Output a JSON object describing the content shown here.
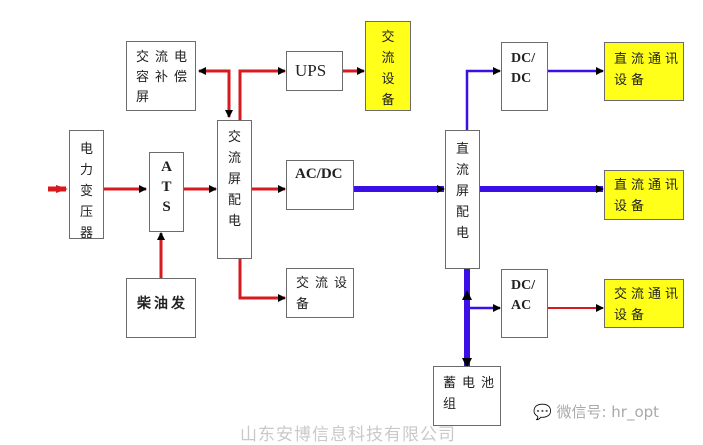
{
  "colors": {
    "ac_line": "#d71920",
    "dc_line": "#3a10e6",
    "arrow": "#000000",
    "equipment_fill": "#ffff1a"
  },
  "nodes": {
    "transformer": {
      "label": "电力变压器",
      "chars": [
        "电",
        "力",
        "变",
        "压",
        "器"
      ]
    },
    "ats": {
      "label": "ATS",
      "chars": [
        "A",
        "T",
        "S"
      ]
    },
    "diesel": {
      "label": "柴油发"
    },
    "ac_compensation": {
      "label": "交流电容补偿屏",
      "lines": [
        "交流电",
        "容补偿",
        "屏"
      ]
    },
    "ac_distribution": {
      "label": "交流屏配电",
      "chars": [
        "交",
        "流",
        "屏",
        "配",
        "电"
      ]
    },
    "ups": {
      "label": "UPS"
    },
    "ac_equipment_top": {
      "label": "交流设备",
      "chars": [
        "交",
        "流",
        "设",
        "备"
      ]
    },
    "acdc": {
      "label": "AC/DC"
    },
    "ac_equipment_bottom": {
      "label": "交流设备",
      "lines": [
        "交流设",
        "备"
      ]
    },
    "dc_distribution": {
      "label": "直流屏配电",
      "chars": [
        "直",
        "流",
        "屏",
        "配",
        "电"
      ]
    },
    "dcdc": {
      "label": "DC/DC",
      "lines": [
        "DC/",
        "DC"
      ]
    },
    "dcac": {
      "label": "DC/AC",
      "lines": [
        "DC/",
        "AC"
      ]
    },
    "battery": {
      "label": "蓄电池组",
      "lines": [
        "蓄电池",
        "组"
      ]
    },
    "dc_comm_top": {
      "label": "直流通讯设备",
      "lines": [
        "直流通讯",
        "设备"
      ]
    },
    "dc_comm_mid": {
      "label": "直流通讯设备",
      "lines": [
        "直流通讯",
        "设备"
      ]
    },
    "ac_comm": {
      "label": "交流通讯设备",
      "lines": [
        "交流通讯",
        "设备"
      ]
    }
  },
  "edges": [
    {
      "from": "input",
      "to": "transformer",
      "type": "ac"
    },
    {
      "from": "transformer",
      "to": "ats",
      "type": "ac"
    },
    {
      "from": "diesel",
      "to": "ats",
      "type": "ac"
    },
    {
      "from": "ats",
      "to": "ac_distribution",
      "type": "ac"
    },
    {
      "from": "ac_distribution",
      "to": "ac_compensation",
      "type": "ac"
    },
    {
      "from": "ac_compensation",
      "to": "ac_distribution",
      "type": "ac"
    },
    {
      "from": "ac_distribution",
      "to": "ups",
      "type": "ac"
    },
    {
      "from": "ups",
      "to": "ac_equipment_top",
      "type": "ac"
    },
    {
      "from": "ac_distribution",
      "to": "acdc",
      "type": "ac"
    },
    {
      "from": "ac_distribution",
      "to": "ac_equipment_bottom",
      "type": "ac"
    },
    {
      "from": "acdc",
      "to": "dc_distribution",
      "type": "dc"
    },
    {
      "from": "dc_distribution",
      "to": "dcdc",
      "type": "dc"
    },
    {
      "from": "dcdc",
      "to": "dc_comm_top",
      "type": "dc"
    },
    {
      "from": "dc_distribution",
      "to": "dc_comm_mid",
      "type": "dc"
    },
    {
      "from": "dc_distribution",
      "to": "battery",
      "type": "dc"
    },
    {
      "from": "battery",
      "to": "dc_distribution",
      "type": "dc"
    },
    {
      "from": "dc_distribution",
      "to": "dcac",
      "type": "dc"
    },
    {
      "from": "dcac",
      "to": "ac_comm",
      "type": "ac"
    }
  ],
  "watermark": "山东安博信息科技有限公司",
  "wechat": {
    "icon": "wechat-icon",
    "label": "微信号: hr_opt"
  }
}
